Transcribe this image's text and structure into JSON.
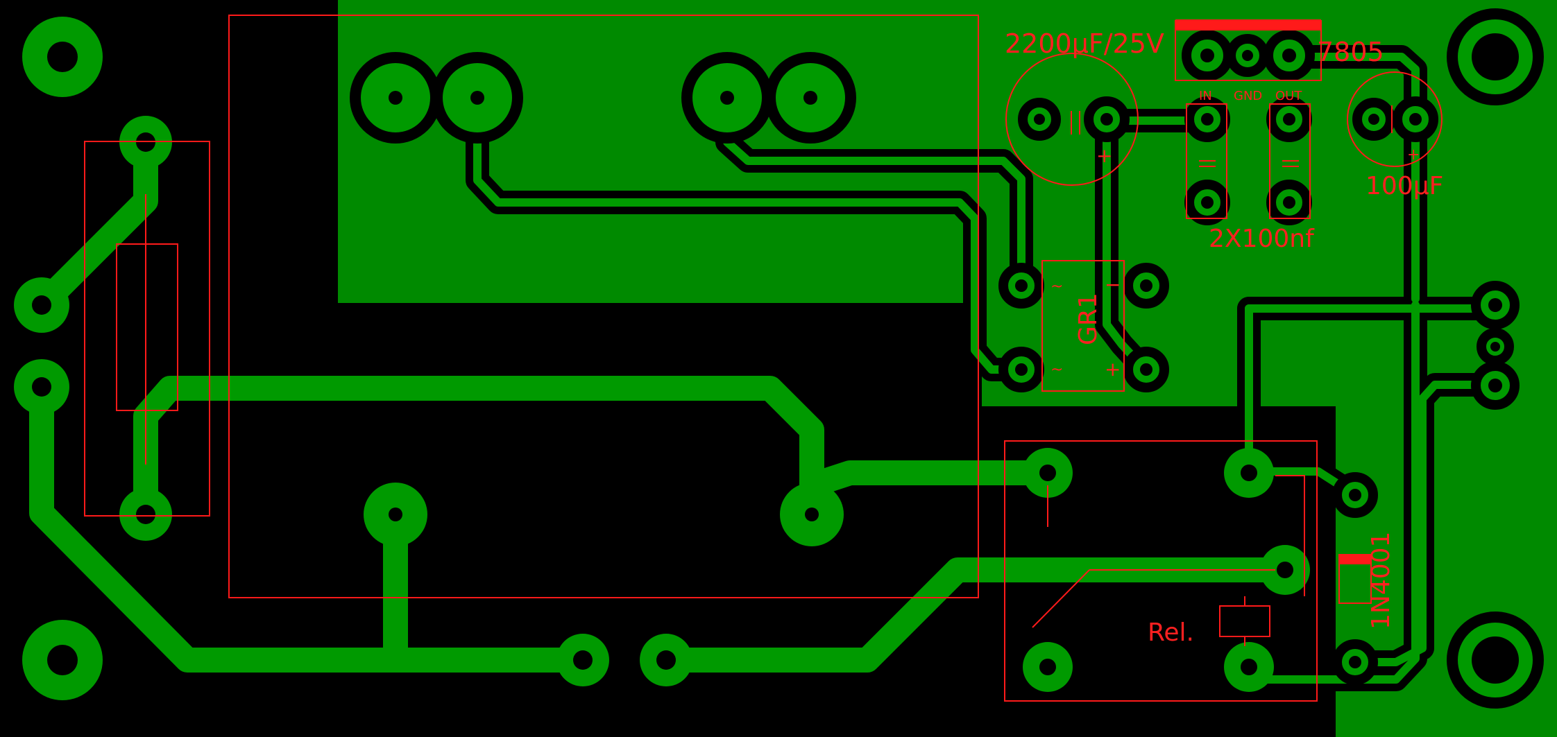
{
  "board": {
    "colors": {
      "background": "#000000",
      "copper": "#009a00",
      "silkscreen": "#ff1a1a"
    }
  },
  "labels": {
    "c1_value": "2200µF/25V",
    "regulator": "7805",
    "reg_in": "IN",
    "reg_gnd": "GND",
    "reg_out": "OUT",
    "c4_value": "100µF",
    "caps_value": "2X100nf",
    "bridge": "GR1",
    "bridge_minus": "−",
    "bridge_plus": "+",
    "bridge_ac1": "~",
    "bridge_ac2": "~",
    "c1_plus": "+",
    "c4_plus": "+",
    "relay": "Rel.",
    "diode": "1N4001"
  }
}
